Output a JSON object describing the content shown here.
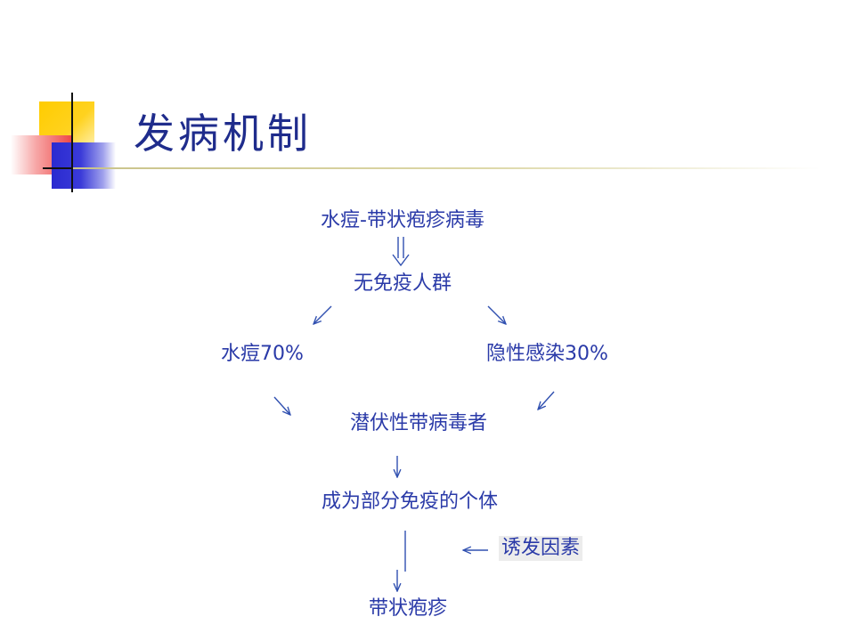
{
  "slide": {
    "title": "发病机制"
  },
  "flowchart": {
    "virus": "水痘-带状疱疹病毒",
    "non_immune": "无免疫人群",
    "varicella": "水痘70%",
    "inapparent": "隐性感染30%",
    "latent_carriers": "潜伏性带病毒者",
    "partial_immunity": "成为部分免疫的个体",
    "trigger": "诱发因素",
    "zoster": "带状疱疹"
  },
  "colors": {
    "title": "#1f2c8c",
    "flow_text": "#2a3aa8",
    "arrow": "#3050b0"
  }
}
